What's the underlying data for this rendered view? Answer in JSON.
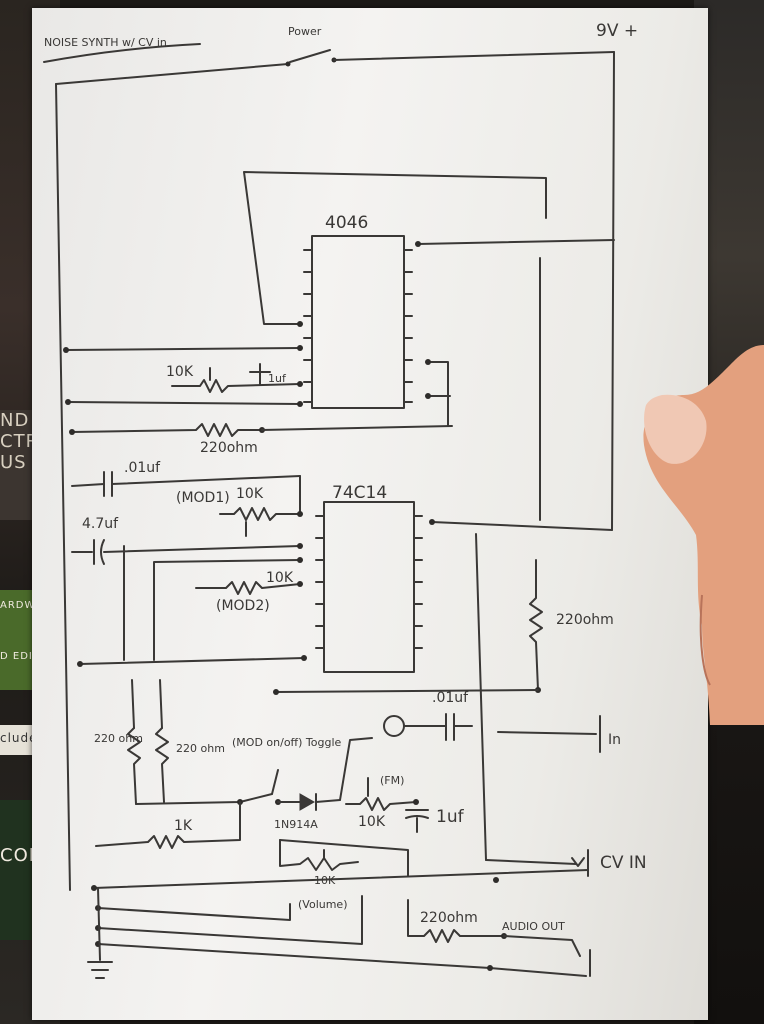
{
  "background": {
    "spines": [
      "ND",
      "CTR",
      "US",
      "ARDWARE",
      "D EDITI",
      "cluded",
      "COLL"
    ]
  },
  "sheet": {
    "title": "NOISE SYNTH w/ CV in",
    "power_label": "Power",
    "supply_label": "9V +",
    "chips": {
      "vco": "4046",
      "inverter": "74C14"
    },
    "components": {
      "pot_10k_top": "10K",
      "cap_1uf_top": "1uf",
      "res_220_top": "220ohm",
      "cap_01uf_left": ".01uf",
      "cap_47uf": "4.7uf",
      "mod1": "(MOD1)",
      "pot_10k_mod1": "10K",
      "pot_10k_mod2": "10K",
      "mod2": "(MOD2)",
      "res_220_right": "220ohm",
      "cap_01uf_right": ".01uf",
      "res_220_a": "220 ohm",
      "res_220_b": "220 ohm",
      "mod_toggle": "(MOD on/off) Toggle",
      "res_1k": "1K",
      "diode": "1N914A",
      "pot_10k_fm": "10K",
      "fm": "(FM)",
      "cap_1uf_fm": "1uf",
      "pot_10k_bottom": "10K",
      "volume": "(Volume)",
      "res_220_out": "220ohm",
      "audio_out": "AUDIO OUT",
      "cv_in": "CV IN",
      "in_mark": "In"
    }
  },
  "colors": {
    "pencil": "#3a3836",
    "paper": "#f1f0ed",
    "skin": "#e7a482"
  }
}
